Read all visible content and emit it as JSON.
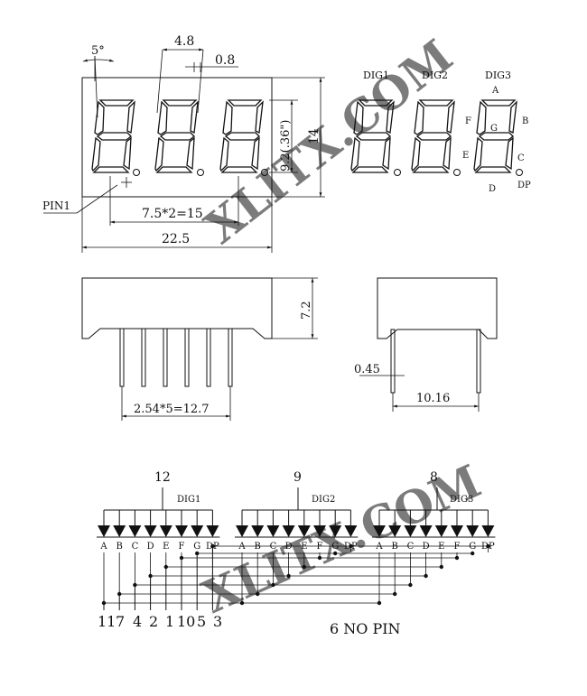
{
  "front_view": {
    "angle": "5°",
    "digit_pitch": "4.8",
    "segment_width": "0.8",
    "digit_height": "9.2(.36\")",
    "height": "14",
    "pin1": "PIN1",
    "digit_span": "7.5*2=15",
    "width": "22.5"
  },
  "segment_diagram": {
    "digits": [
      "DIG1",
      "DIG2",
      "DIG3"
    ],
    "segments": [
      "A",
      "B",
      "C",
      "D",
      "E",
      "F",
      "G",
      "DP"
    ]
  },
  "side_view": {
    "height": "7.2",
    "pin_pitch": "2.54*5=12.7",
    "pin_width": "0.45",
    "pin_row_spacing": "10.16"
  },
  "schematic": {
    "common_pins": [
      "12",
      "9",
      "8"
    ],
    "digit_labels": [
      "DIG1",
      "DIG2",
      "DIG3"
    ],
    "anode_labels": [
      "A",
      "B",
      "C",
      "D",
      "E",
      "F",
      "G",
      "DP"
    ],
    "segment_pins": [
      "11",
      "7",
      "4",
      "2",
      "1",
      "10",
      "5",
      "3"
    ],
    "note": "6 NO PIN"
  },
  "watermark": "XLITX.COM",
  "colors": {
    "ink": "#111111",
    "watermark": "#7fe6e6"
  }
}
